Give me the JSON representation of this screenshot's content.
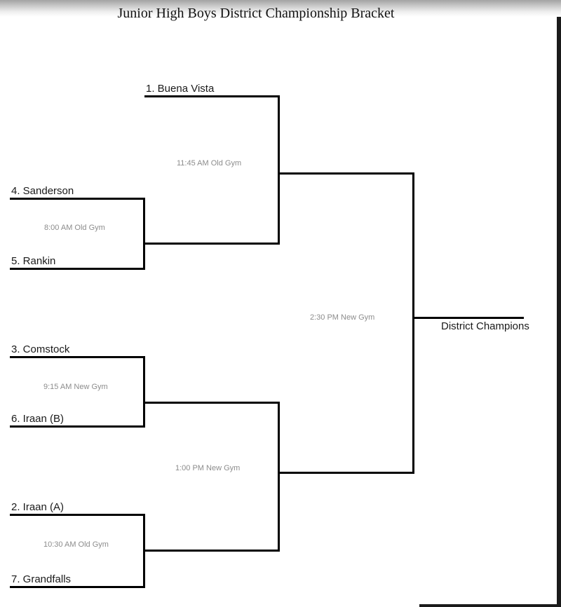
{
  "title": "Junior High Boys District Championship Bracket",
  "bracket": {
    "round1": [
      {
        "top_team": "4. Sanderson",
        "bottom_team": "5. Rankin",
        "time": "8:00 AM Old Gym"
      },
      {
        "top_team": "3. Comstock",
        "bottom_team": "6. Iraan (B)",
        "time": "9:15 AM New Gym"
      },
      {
        "top_team": "2. Iraan (A)",
        "bottom_team": "7. Grandfalls",
        "time": "10:30 AM Old Gym"
      }
    ],
    "semifinals": [
      {
        "top_team": "1. Buena Vista",
        "time": "11:45 AM Old Gym"
      },
      {
        "time": "1:00 PM New Gym"
      }
    ],
    "final": {
      "time": "2:30 PM New Gym"
    },
    "champion_label": "District Champions"
  }
}
